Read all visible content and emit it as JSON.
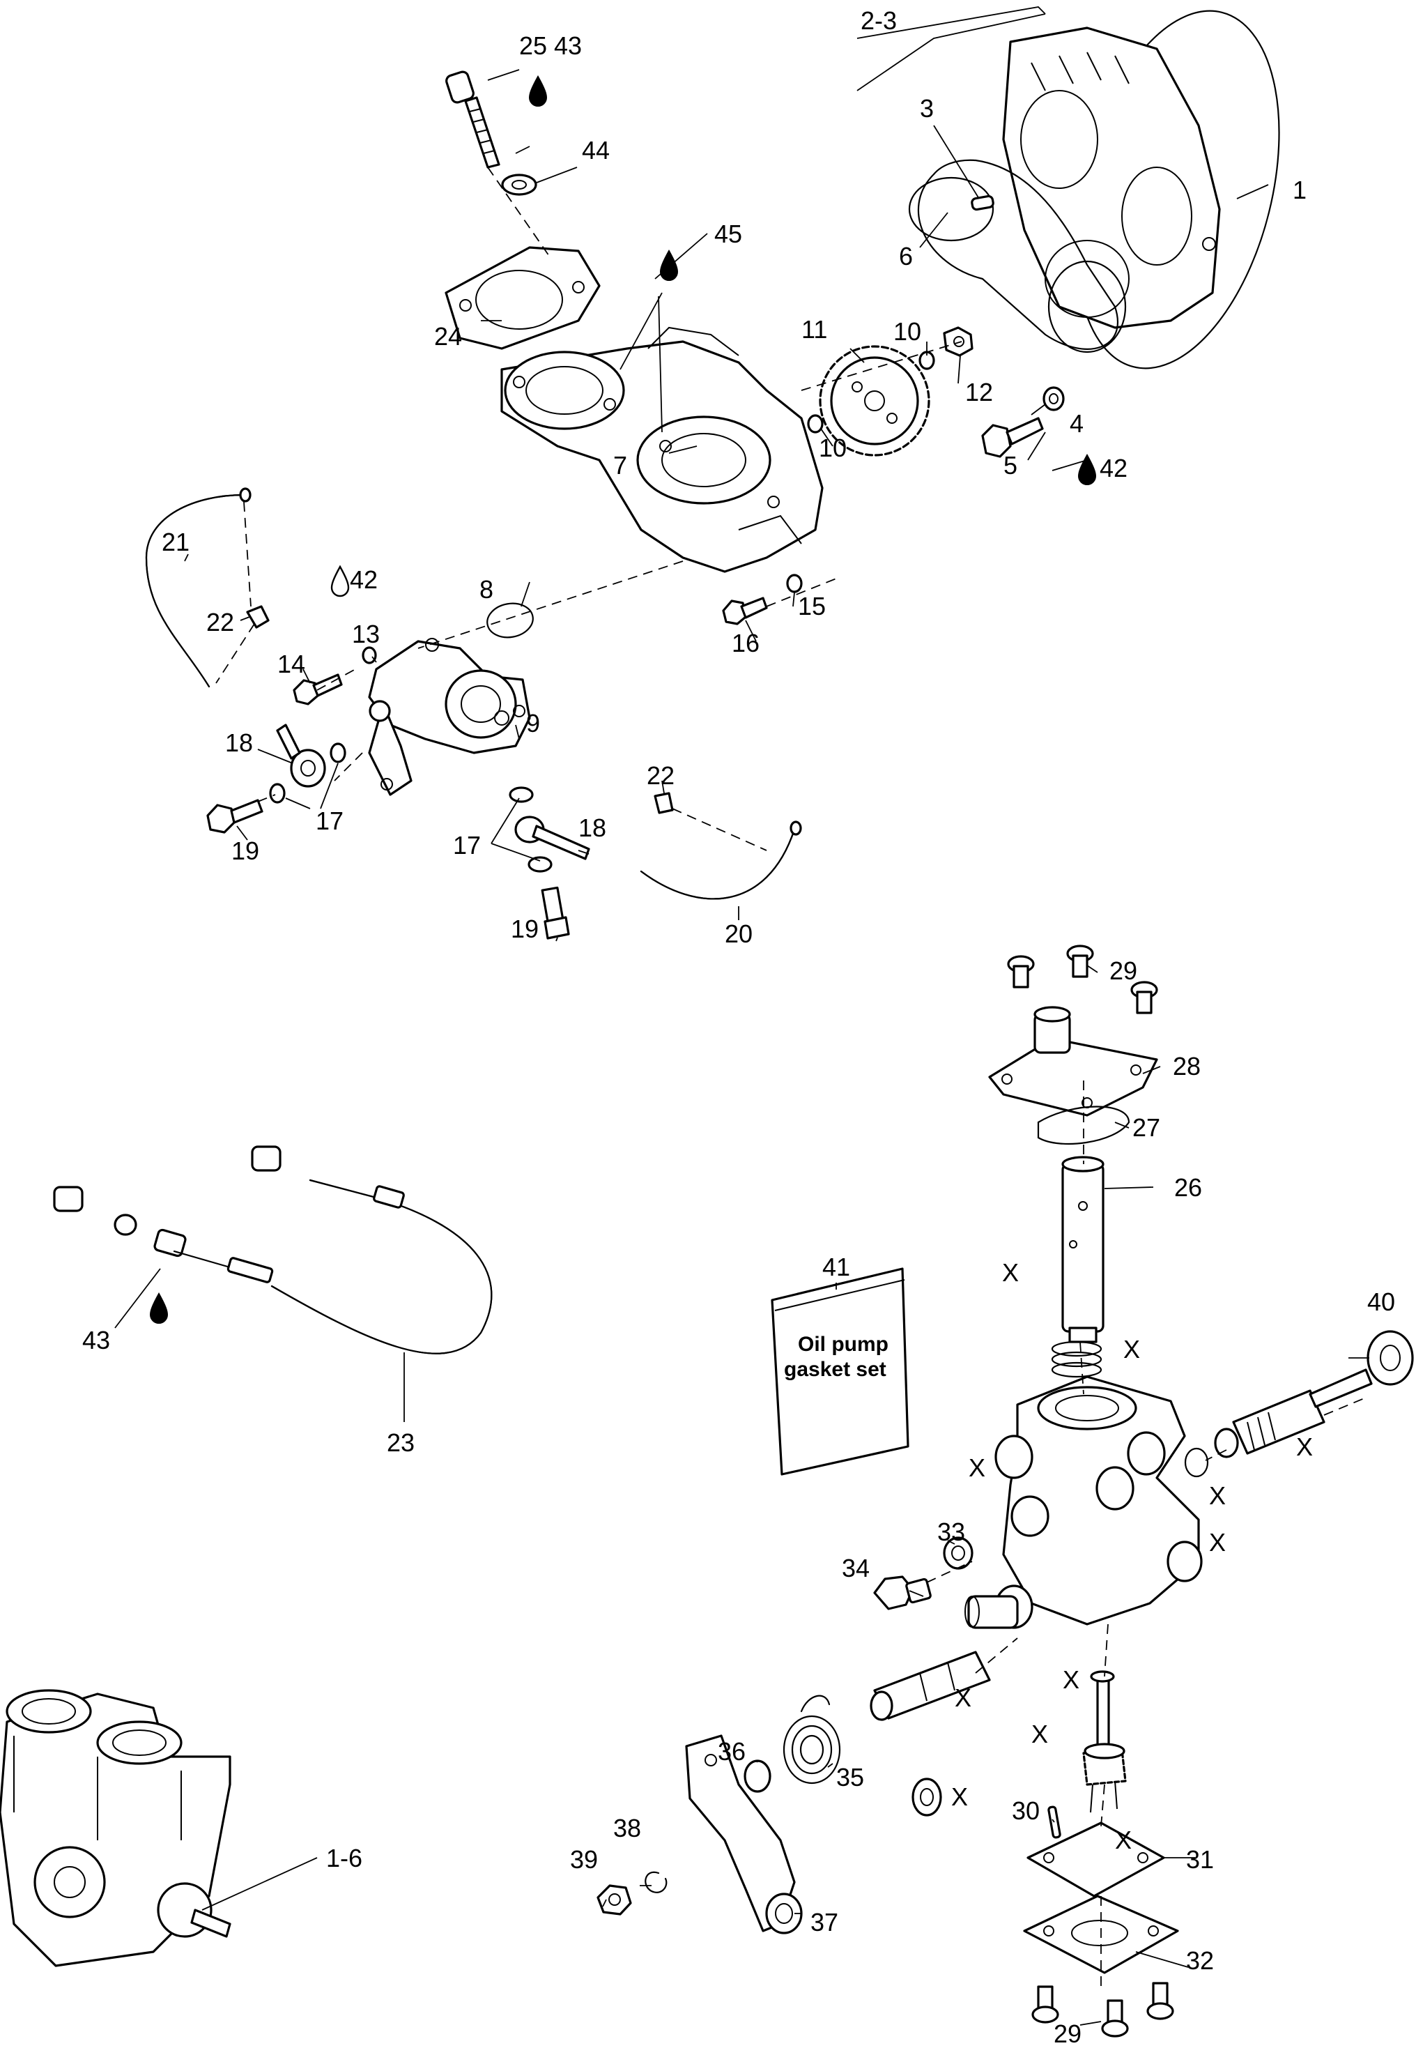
{
  "labels": {
    "l_1": "1",
    "l_2_3": "2-3",
    "l_3": "3",
    "l_4": "4",
    "l_5": "5",
    "l_6": "6",
    "l_7": "7",
    "l_8": "8",
    "l_9": "9",
    "l_10a": "10",
    "l_10b": "10",
    "l_11": "11",
    "l_12": "12",
    "l_13": "13",
    "l_14": "14",
    "l_15": "15",
    "l_16": "16",
    "l_17a": "17",
    "l_17b": "17",
    "l_18a": "18",
    "l_18b": "18",
    "l_19a": "19",
    "l_19b": "19",
    "l_20": "20",
    "l_21": "21",
    "l_22a": "22",
    "l_22b": "22",
    "l_23": "23",
    "l_24": "24",
    "l_25": "25",
    "l_26": "26",
    "l_27": "27",
    "l_28": "28",
    "l_29a": "29",
    "l_29b": "29",
    "l_30": "30",
    "l_31": "31",
    "l_32": "32",
    "l_33": "33",
    "l_34": "34",
    "l_35": "35",
    "l_36": "36",
    "l_37": "37",
    "l_38": "38",
    "l_39": "39",
    "l_40": "40",
    "l_41": "41",
    "l_42a": "42",
    "l_42b": "42",
    "l_43a": "43",
    "l_43b": "43",
    "l_44": "44",
    "l_45": "45",
    "l_1_6": "1-6",
    "x_1": "X",
    "x_2": "X",
    "x_3": "X",
    "x_4": "X",
    "x_5": "X",
    "x_6": "X",
    "x_7": "X",
    "x_8": "X",
    "x_9": "X",
    "x_10": "X",
    "x_11": "X"
  },
  "bag": {
    "line1": "Oil pump",
    "line2": "gasket set"
  },
  "icons": {
    "filled_drop": "filled-oil-drop-icon",
    "open_drop": "open-oil-drop-icon"
  },
  "colors": {
    "ink": "#000000",
    "paper": "#ffffff"
  }
}
